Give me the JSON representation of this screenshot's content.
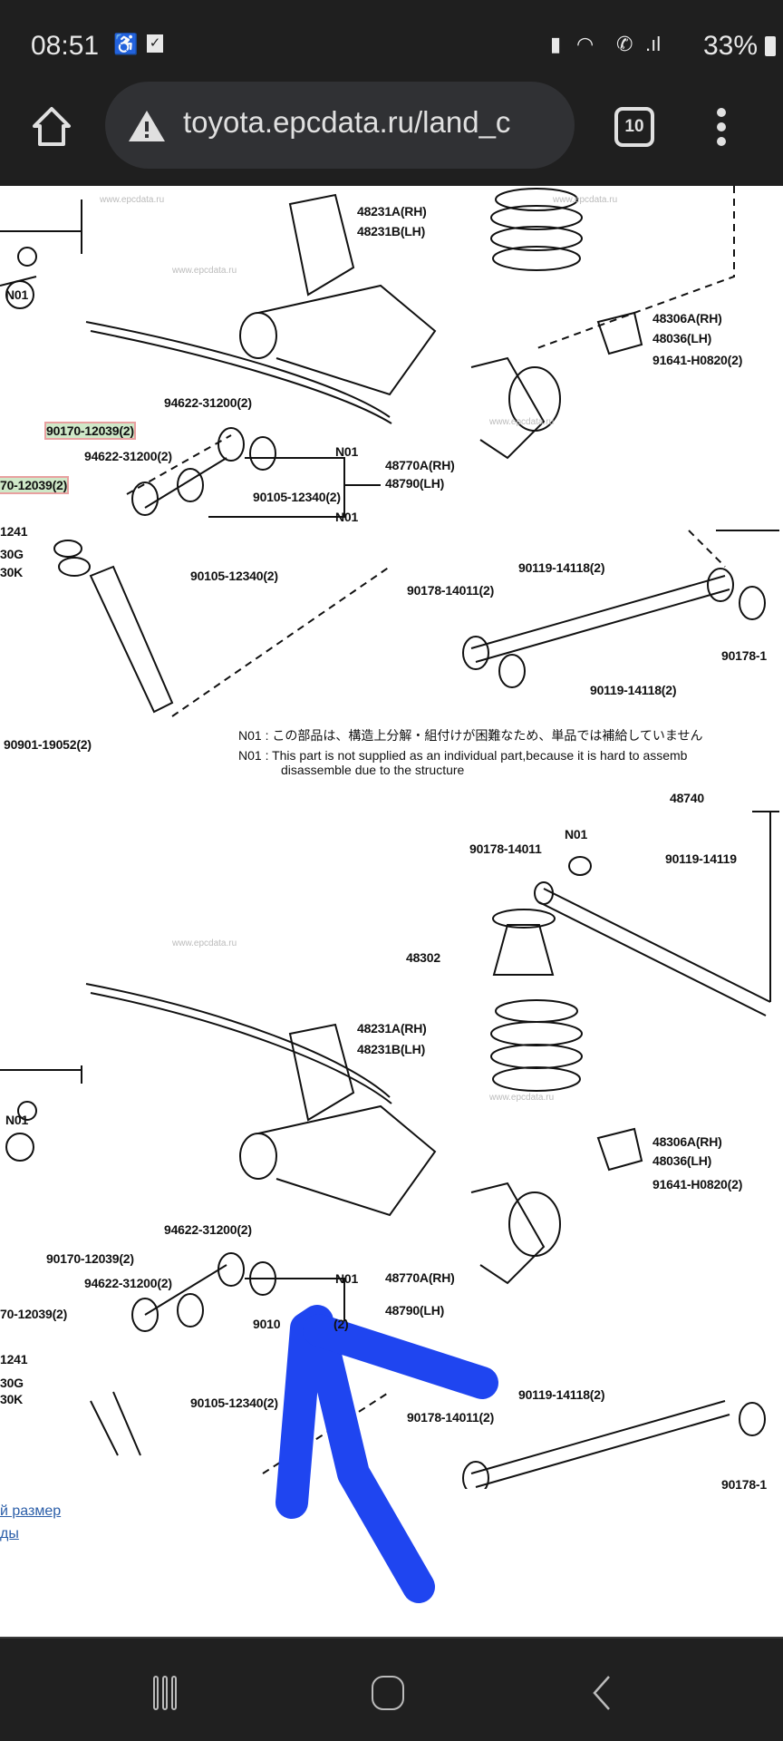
{
  "status_bar": {
    "time": "08:51",
    "battery": "33%",
    "icons": [
      "accessibility-icon",
      "checkbox-icon",
      "battery-saver-icon",
      "wifi-icon",
      "wifi-call-icon",
      "signal-icon",
      "battery-icon"
    ]
  },
  "browser": {
    "url": "toyota.epcdata.ru/land_c",
    "tab_count": "10",
    "icons": [
      "home-icon",
      "warning-icon",
      "tabs-icon",
      "menu-icon"
    ]
  },
  "diagram_top": {
    "labels": [
      "48231A(RH)",
      "48231B(LH)",
      "N01",
      "48306A(RH)",
      "48036(LH)",
      "91641-H0820(2)",
      "94622-31200(2)",
      "90170-12039(2)",
      "94622-31200(2)",
      "N01",
      "48770A(RH)",
      "48790(LH)",
      "70-12039(2)",
      "90105-12340(2)",
      "N01",
      "1241",
      "30G",
      "30K",
      "90105-12340(2)",
      "90119-14118(2)",
      "90178-14011(2)",
      "90178-1",
      "90119-14118(2)",
      "90901-19052(2)"
    ],
    "notes": [
      "N01 : この部品は、構造上分解・組付けが困難なため、単品では補給していません",
      "N01 : This part is not supplied as an individual part,because it is hard to assemb",
      "disassemble due to the structure"
    ]
  },
  "diagram_bottom": {
    "labels": [
      "48740",
      "N01",
      "90178-14011",
      "90119-14119",
      "48302",
      "48231A(RH)",
      "48231B(LH)",
      "N01",
      "48306A(RH)",
      "48036(LH)",
      "91641-H0820(2)",
      "94622-31200(2)",
      "90170-12039(2)",
      "N01",
      "48770A(RH)",
      "48790(LH)",
      "94622-31200(2)",
      "70-12039(2)",
      "9010",
      "(2)",
      "1241",
      "30G",
      "30K",
      "90105-12340(2)",
      "90119-14118(2)",
      "90178-14011(2)",
      "90178-1"
    ]
  },
  "watermark": "www.epcdata.ru",
  "links": [
    "й размер",
    "ды"
  ],
  "annotation_color": "#1f45f0",
  "highlight_color": "#cfe8c8",
  "nav_bar": {
    "icons": [
      "recents-icon",
      "home-button-icon",
      "back-icon"
    ]
  }
}
